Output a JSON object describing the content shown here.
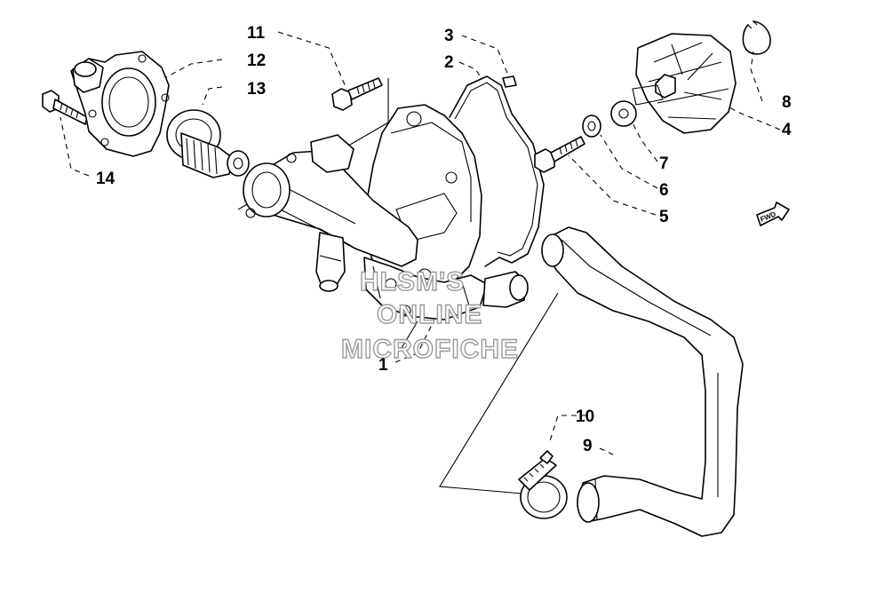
{
  "diagram": {
    "callouts": [
      {
        "id": "c1",
        "number": "1"
      },
      {
        "id": "c2",
        "number": "2"
      },
      {
        "id": "c3",
        "number": "3"
      },
      {
        "id": "c4",
        "number": "4"
      },
      {
        "id": "c5",
        "number": "5"
      },
      {
        "id": "c6",
        "number": "6"
      },
      {
        "id": "c7",
        "number": "7"
      },
      {
        "id": "c8",
        "number": "8"
      },
      {
        "id": "c9",
        "number": "9"
      },
      {
        "id": "c10",
        "number": "10"
      },
      {
        "id": "c11",
        "number": "11"
      },
      {
        "id": "c12",
        "number": "12"
      },
      {
        "id": "c13",
        "number": "13"
      },
      {
        "id": "c14",
        "number": "14"
      }
    ],
    "watermark": {
      "line1": "HLSM'S",
      "line2": "ONLINE",
      "line3": "MICROFICHE"
    },
    "direction_arrow": {
      "text": "FWD"
    }
  }
}
